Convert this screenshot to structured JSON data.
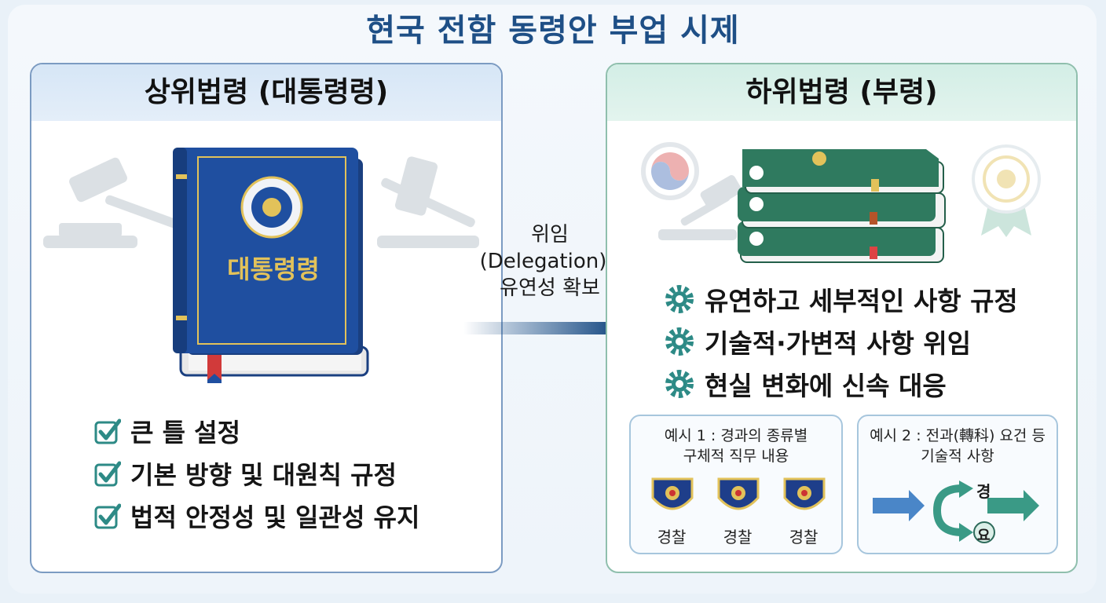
{
  "title": "현국 전함 동령안 부업 시제",
  "left_panel": {
    "heading": "상위법령 (대통령령)",
    "book_title": "대통령령",
    "items": [
      "큰 틀 설정",
      "기본 방향 및 대원칙 규정",
      "법적 안정성 및 일관성 유지"
    ]
  },
  "arrow": {
    "line1": "위임",
    "line2": "(Delegation) /",
    "line3": "유연성 확보"
  },
  "right_panel": {
    "heading": "하위법령 (부령)",
    "items": [
      "유연하고 세부적인 사항 규정",
      "기술적·가변적 사항 위임",
      "현실 변화에 신속 대응"
    ],
    "example1": {
      "line1": "예시 1 : 경과의 종류별",
      "line2": "구체적 직무 내용",
      "badges": [
        "경찰",
        "경찰",
        "경찰"
      ]
    },
    "example2": {
      "line1": "예시 2 : 전과(轉科) 요건 등",
      "line2": "기술적 사항",
      "flow_top": "경",
      "flow_bottom": "요"
    }
  },
  "colors": {
    "title": "#1e4f86",
    "book_blue": "#1f4fa0",
    "book_green": "#2f7a5f",
    "gold": "#e2c25a",
    "check": "#2d8a86",
    "gear": "#2d8a86",
    "arrow": "#1e4f86"
  }
}
